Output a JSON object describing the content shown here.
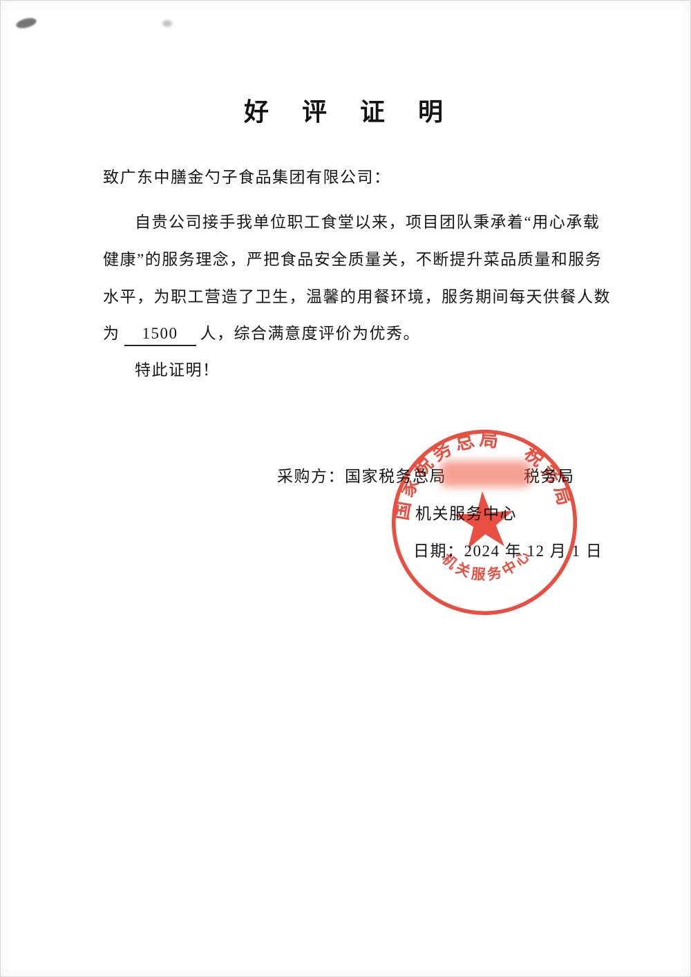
{
  "document": {
    "title": "好　评　证　明",
    "salutation": "致广东中膳金勺子食品集团有限公司：",
    "body": {
      "line1": "自贵公司接手我单位职工食堂以来，项目团队秉承着“用心承载",
      "line2": "健康”的服务理念，严把食品安全质量关，不断提升菜品质量和服务",
      "line3": "水平，为职工营造了卫生，温馨的用餐环境，服务期间每天供餐人数",
      "line4_prefix": "为",
      "line4_fill": "1500",
      "line4_suffix": "人，综合满意度评价为优秀。",
      "closing": "特此证明！"
    },
    "signature": {
      "buyer_prefix": "采购方：国家税务总局",
      "buyer_suffix": "税务局",
      "department": "机关服务中心",
      "date": "日期：2024 年 12 月 1 日"
    },
    "seal": {
      "ring_text": "国家税务总局　税务局",
      "bottom_text": "机关服务中心",
      "color": "#e8402f"
    }
  }
}
